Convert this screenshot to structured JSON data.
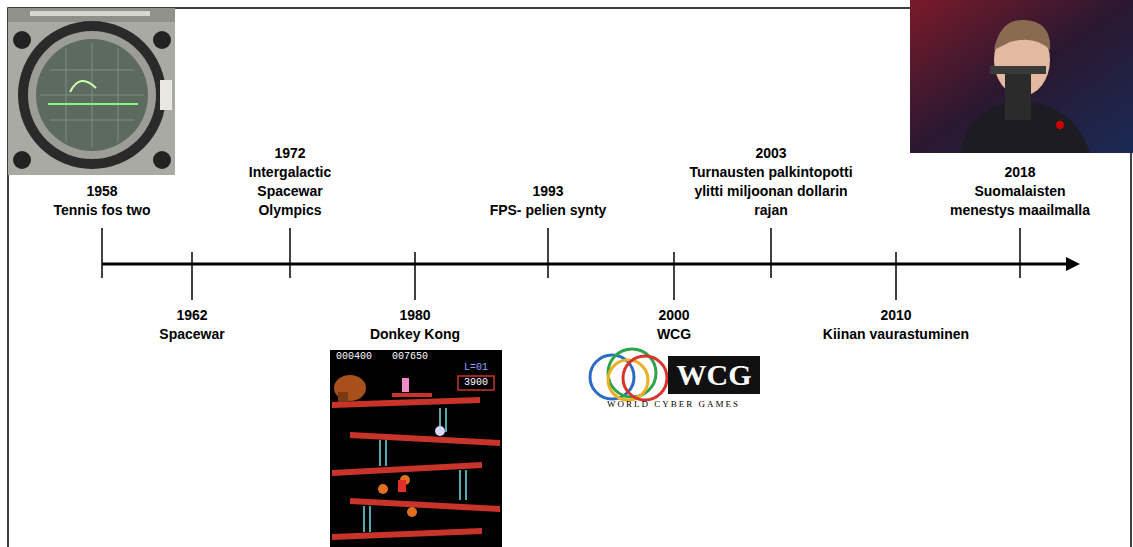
{
  "diagram": {
    "labels": [
      "1958",
      "Tennis fos two",
      "1962",
      "Spacewar",
      "1972",
      "Intergalactic Spacewar Olympics",
      "1980",
      "Donkey Kong",
      "1993",
      "FPS- pelien synty",
      "2000",
      "WCG",
      "2003",
      "Turnausten palkintopotti ylitti miljoonan dollarin rajan",
      "2010",
      "Kiinan vaurastuminen",
      "2018",
      "Suomalaisten menestys maailmalla",
      "WCG",
      "WORLD CYBER GAMES",
      "000400",
      "007650",
      "L=01",
      "3900"
    ]
  }
}
